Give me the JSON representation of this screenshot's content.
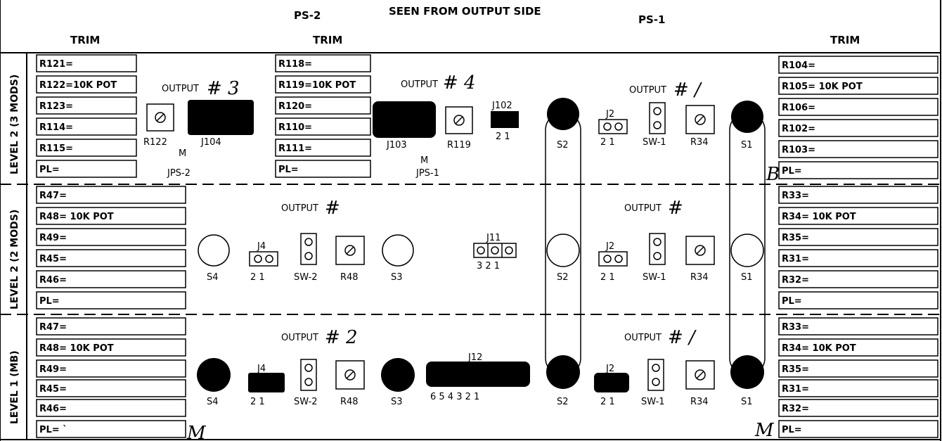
{
  "header": {
    "ps2": "PS-2",
    "seen": "SEEN FROM OUTPUT SIDE",
    "ps1": "PS-1",
    "trim_left": "TRIM",
    "trim_mid": "TRIM",
    "trim_right": "TRIM"
  },
  "side_labels": {
    "level2_3mods": "LEVEL 2 (3 MODS)",
    "level2_2mods": "LEVEL 2 (2 MODS)",
    "level1_mb": "LEVEL 1 (MB)"
  },
  "tables": {
    "t1": [
      "R121=",
      "R122=10K POT",
      "R123=",
      "R114=",
      "R115=",
      "PL="
    ],
    "t2": [
      "R118=",
      "R119=10K POT",
      "R120=",
      "R110=",
      "R111=",
      "PL="
    ],
    "t3": [
      "R104=",
      "R105= 10K POT",
      "R106=",
      "R102=",
      "R103=",
      "PL="
    ],
    "t4": [
      "R47=",
      "R48= 10K POT",
      "R49=",
      "R45=",
      "R46=",
      "PL="
    ],
    "t5": [
      "R33=",
      "R34= 10K POT",
      "R35=",
      "R31=",
      "R32=",
      "PL="
    ],
    "t6": [
      "R47=",
      "R48= 10K POT",
      "R49=",
      "R45=",
      "R46=",
      "PL= `"
    ],
    "t7": [
      "R33=",
      "R34= 10K POT",
      "R35=",
      "R31=",
      "R32=",
      "PL="
    ]
  },
  "outputs": {
    "o3": "OUTPUT",
    "o3_num": "# 3",
    "o4": "OUTPUT",
    "o4_num": "# 4",
    "o1a": "OUTPUT",
    "o1a_num": "# /",
    "o_mid_l": "OUTPUT",
    "o_mid_l_num": "#",
    "o_mid_r": "OUTPUT",
    "o_mid_r_num": "#",
    "o2": "OUTPUT",
    "o2_num": "# 2",
    "o1b": "OUTPUT",
    "o1b_num": "# /"
  },
  "parts": {
    "r122": "R122",
    "j104": "J104",
    "m1": "M",
    "jps2": "JPS-2",
    "j103": "J103",
    "r119": "R119",
    "m2": "M",
    "jps1": "JPS-1",
    "j102": "J102",
    "j102_pins": "2  1",
    "j2_top": "J2",
    "j2_top_pins": "2  1",
    "sw1_top": "SW-1",
    "r34_top": "R34",
    "s2_top": "S2",
    "s1_top": "S1",
    "s4_mid": "S4",
    "j4_mid": "J4",
    "j4_mid_pins": "2  1",
    "sw2_mid": "SW-2",
    "r48_mid": "R48",
    "s3_mid": "S3",
    "j11": "J11",
    "j11_pins": "3  2  1",
    "s2_mid": "S2",
    "j2_mid": "J2",
    "j2_mid_pins": "2  1",
    "sw1_mid": "SW-1",
    "r34_mid": "R34",
    "s1_mid": "S1",
    "s4_bot": "S4",
    "j4_bot": "J4",
    "j4_bot_pins": "2  1",
    "sw2_bot": "SW-2",
    "r48_bot": "R48",
    "s3_bot": "S3",
    "j12": "J12",
    "j12_pins": "6  5  4  3  2  1",
    "s2_bot": "S2",
    "j2_bot": "J2",
    "j2_bot_pins": "2  1",
    "sw1_bot": "SW-1",
    "r34_bot": "R34",
    "s1_bot": "S1"
  },
  "handwriting": {
    "m_left": "M",
    "m_right": "M",
    "b_mark": "B"
  }
}
